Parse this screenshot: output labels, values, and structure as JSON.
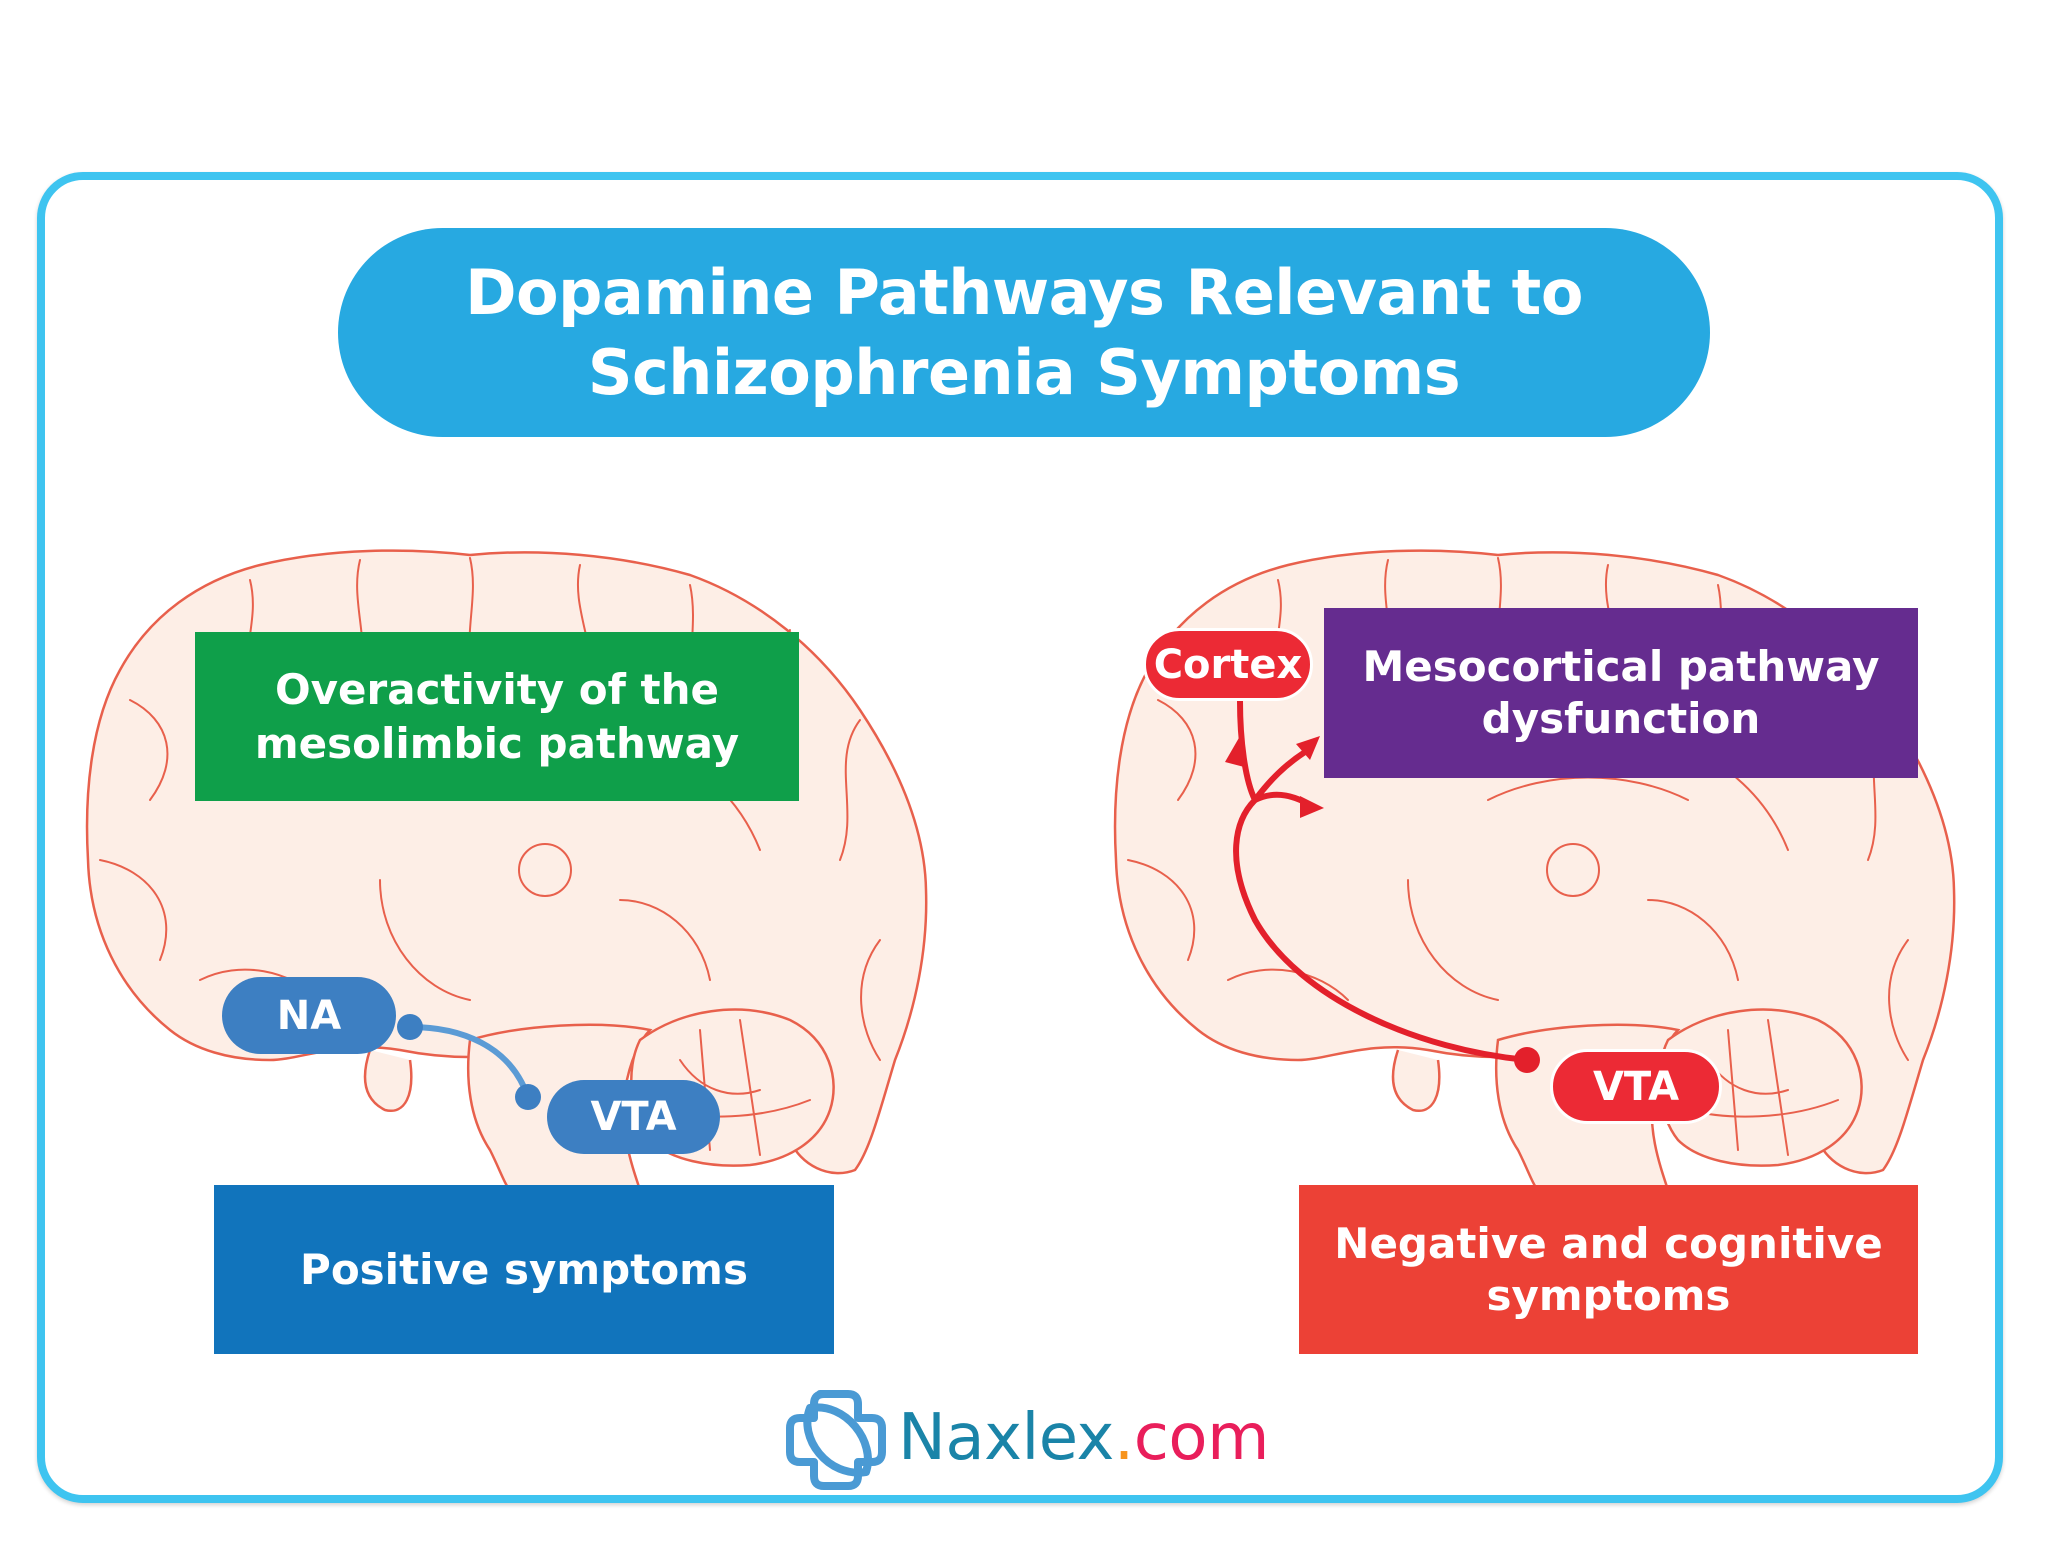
{
  "title": {
    "line1": "Dopamine Pathways Relevant to",
    "line2": "Schizophrenia Symptoms"
  },
  "colors": {
    "frame_border": "#3ec4f0",
    "title_bg": "#27a9e1",
    "brain_fill": "#fdeee6",
    "brain_stroke": "#e8604c",
    "mesolimbic_box": "#0f9f4a",
    "mesocortical_box": "#652c8f",
    "positive_box": "#1174bc",
    "negative_box": "#ec4136",
    "mesolimbic_path": "#3d7fc2",
    "mesocortical_path": "#e3202b"
  },
  "left_panel": {
    "pathway_label": {
      "line1": "Overactivity of the",
      "line2": "mesolimbic pathway"
    },
    "nodes": {
      "source": "NA",
      "target": "VTA"
    },
    "outcome": {
      "line1": "Positive symptoms"
    }
  },
  "right_panel": {
    "pathway_label": {
      "line1": "Mesocortical pathway",
      "line2": "dysfunction"
    },
    "nodes": {
      "source": "Cortex",
      "target": "VTA"
    },
    "outcome": {
      "line1": "Negative and cognitive",
      "line2": "symptoms"
    }
  },
  "logo": {
    "icon": "medical-cross-leaf-icon",
    "name": "Naxlex",
    "dot": ".",
    "tld": "com"
  }
}
